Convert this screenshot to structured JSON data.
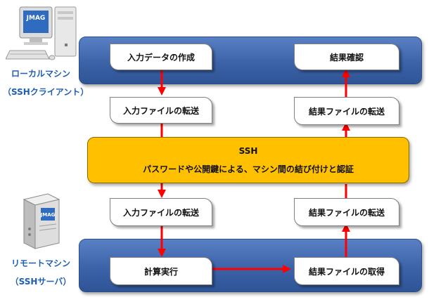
{
  "local_machine": {
    "name": "ローカルマシン",
    "role": "（SSHクライアント）",
    "logo_text": "JMAG",
    "icon": "desktop-computer-icon"
  },
  "remote_machine": {
    "name": "リモートマシン",
    "role": "（SSHサーバ）",
    "logo_text": "JMAG",
    "icon": "server-tower-icon"
  },
  "steps": {
    "create_data": "入力データの作成",
    "transfer_input_local": "入力ファイルの転送",
    "check_results": "結果確認",
    "transfer_results_local": "結果ファイルの転送",
    "transfer_input_remote": "入力ファイルの転送",
    "transfer_results_remote": "結果ファイルの転送",
    "run_calculation": "計算実行",
    "get_results": "結果ファイルの取得"
  },
  "ssh": {
    "title": "SSH",
    "description": "パスワードや公開鍵による、マシン間の結び付けと認証"
  },
  "colors": {
    "band": "#3c62a8",
    "ssh": "#ffc000",
    "arrow": "#ff0000",
    "label_text": "#1f5fb0"
  }
}
